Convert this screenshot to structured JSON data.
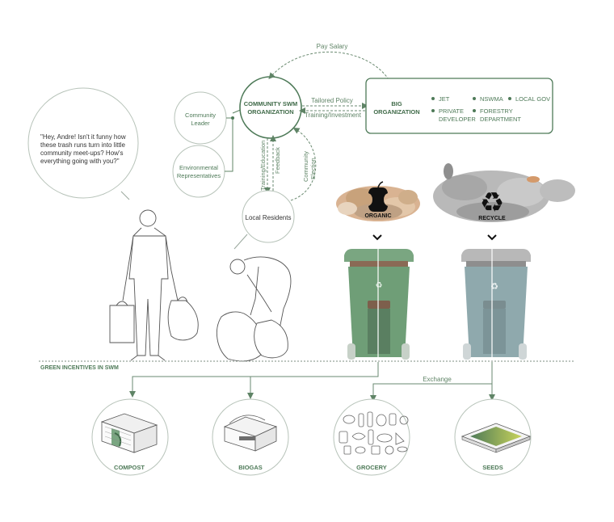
{
  "speech": {
    "line1": "\"Hey, Andre! Isn't it funny how",
    "line2": "these trash runs turn into little",
    "line3": "community meet-ups? How's",
    "line4": "everything going with you?\""
  },
  "nodes": {
    "community_leader": [
      "Community",
      "Leader"
    ],
    "env_reps": [
      "Environmental",
      "Representatives"
    ],
    "swm_org": [
      "COMMUNITY SWM",
      "ORGANIZATION"
    ],
    "big_org": [
      "BIG",
      "ORGANIZATION"
    ],
    "local_residents": "Local Residents"
  },
  "big_org_members": {
    "jet": "JET",
    "nswma": "NSWMA",
    "local_gov": "LOCAL GOV",
    "private_dev": [
      "PRIVATE",
      "DEVELOPER"
    ],
    "forestry": [
      "FORESTRY",
      "DEPARTMENT"
    ]
  },
  "flows": {
    "pay_salary": "Pay Salary",
    "tailored_policy": "Tailored Policy",
    "training_investment": "Training/Investment",
    "training_education": "Training/Education",
    "feedback": "Feedback",
    "community_election": [
      "Community",
      "Election"
    ],
    "exchange": "Exchange"
  },
  "waste": {
    "organic": "ORGANIC",
    "recycle": "RECYCLE"
  },
  "section_label": "GREEN INCENTIVES IN SWM",
  "incentives": {
    "compost": "COMPOST",
    "biogas": "BIOGAS",
    "grocery": "GROCERY",
    "seeds": "SEEDS"
  },
  "colors": {
    "accent": "#4e7a58",
    "line": "#6a8a70",
    "organic_bin": "#6f9e77",
    "recycle_bin": "#8fa9ad"
  }
}
